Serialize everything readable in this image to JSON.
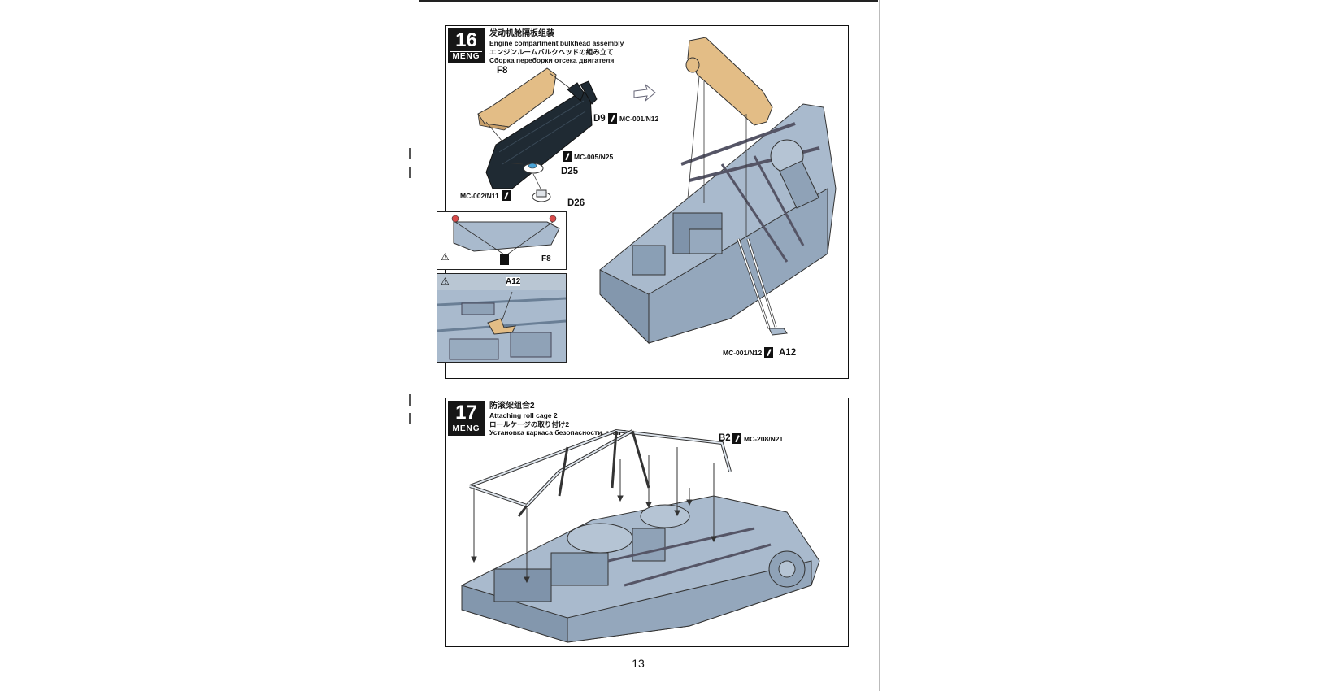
{
  "page_number": "13",
  "steps": [
    {
      "number": "16",
      "brand": "MENG",
      "title_zh": "发动机舱隔板组装",
      "title_en": "Engine compartment bulkhead assembly",
      "title_ja": "エンジンルームバルクヘッドの組み立て",
      "title_ru": "Сборка переборки отсека двигателя",
      "parts": {
        "f8": "F8",
        "d9": "D9",
        "d25": "D25",
        "d26": "D26",
        "inset_f8": "F8",
        "inset_a12": "A12",
        "a12": "A12"
      },
      "paints": {
        "d9": "MC-001/N12",
        "d25": "MC-005/N25",
        "d26": "MC-002/N11",
        "a12": "MC-001/N12"
      }
    },
    {
      "number": "17",
      "brand": "MENG",
      "title_zh": "防滚架组合2",
      "title_en": "Attaching roll cage 2",
      "title_ja": "ロールケージの取り付け2",
      "title_ru": "Установка каркаса безопасности, этап 2",
      "parts": {
        "b2": "B2"
      },
      "paints": {
        "b2": "MC-208/N21"
      }
    }
  ],
  "icons": [
    "warning-icon",
    "paint-swatch-icon",
    "arrow-right-icon"
  ],
  "colors": {
    "part_tan": "#e3bd86",
    "frame_blue": "#a9bacd",
    "frame_blue_dark": "#7f93aa",
    "bulkhead_dark": "#1f2a33",
    "paint_red": "#d84a4a",
    "clip_blue": "#4aa4d8"
  }
}
